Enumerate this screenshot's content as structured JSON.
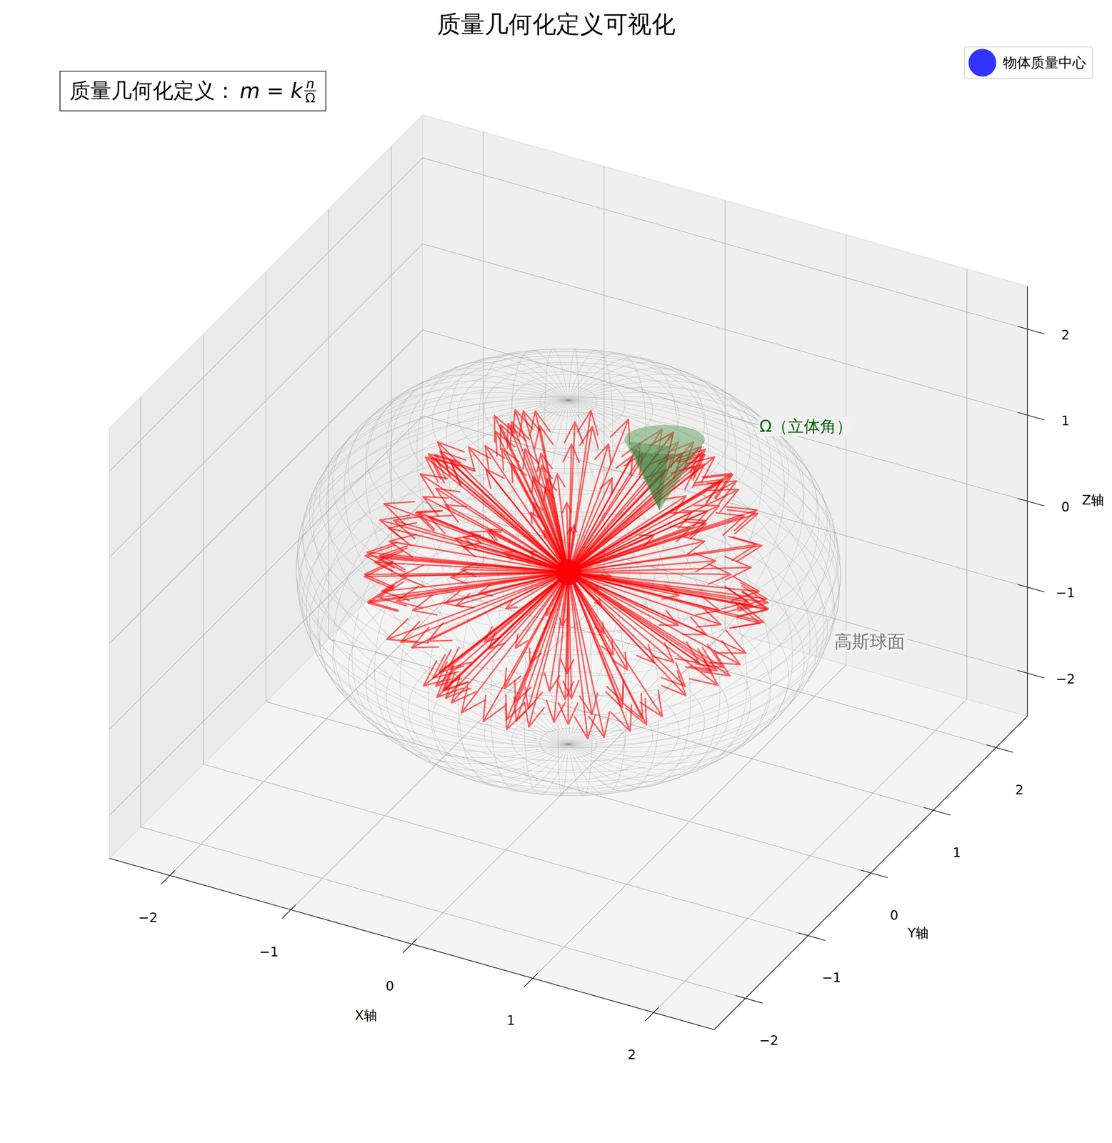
{
  "diagram": {
    "title": "质量几何化定义可视化",
    "nodes": [
      {
        "text": [
          "质量几何化定义：",
          "m = k",
          "n",
          "Ω"
        ]
      }
    ],
    "labels": [
      "Ω（立体角）",
      "高斯球面",
      "−2",
      "−1",
      "0",
      "1",
      "2",
      "X轴",
      "−2",
      "−1",
      "0",
      "1",
      "2",
      "Y轴",
      "−2",
      "−1",
      "0",
      "1",
      "2",
      "Z轴"
    ],
    "legend": [
      {
        "text": "物体质量中心",
        "color": "#3333ff"
      }
    ]
  }
}
